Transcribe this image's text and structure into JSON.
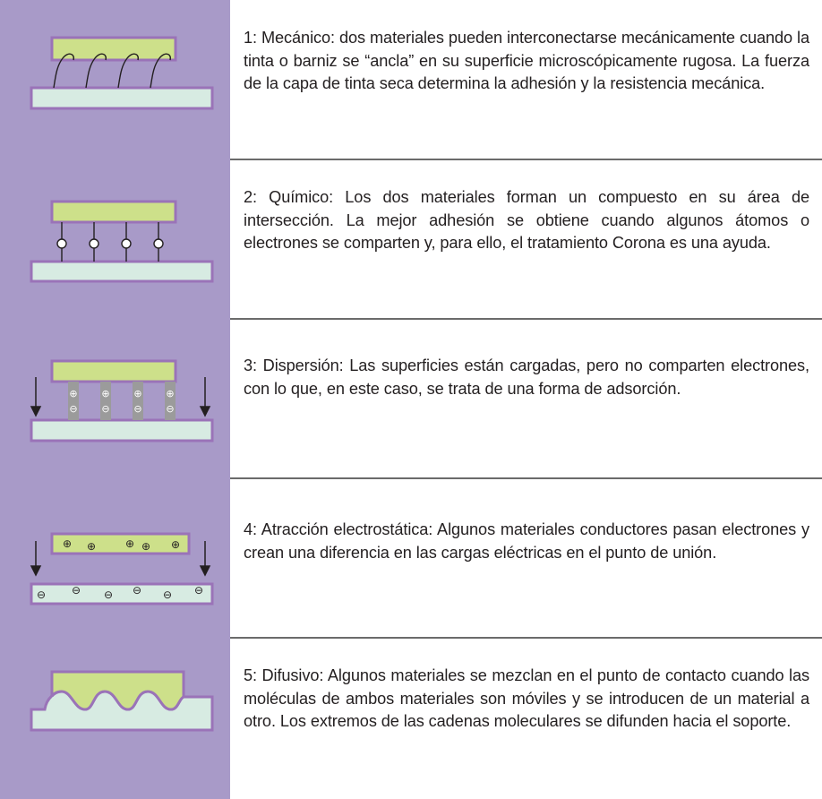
{
  "colors": {
    "sidebar": "#a89ac8",
    "top_plate": "#cde08a",
    "bottom_plate": "#d7ebe2",
    "plate_border": "#9a73b8",
    "bar_gray": "#9b9b9b",
    "text": "#231f20",
    "divider": "#6b6b6b"
  },
  "symbols": {
    "plus": "⊕",
    "minus": "⊖"
  },
  "mechanisms": [
    {
      "id": "mecanico",
      "text": "1: Mecánico: dos materiales pueden interconectarse mecánicamente cuando la tinta o barniz se “ancla” en su superficie microscópicamente rugosa. La fuerza de la capa de tinta seca determina la adhesión y la resistencia mecánica."
    },
    {
      "id": "quimico",
      "text": "2: Químico: Los dos materiales forman un compuesto en su área de intersección. La mejor adhesión se obtiene cuando algunos átomos o electrones se comparten y, para ello, el tratamiento Corona es una ayuda."
    },
    {
      "id": "dispersion",
      "text": "3: Dispersión: Las superficies están cargadas, pero no comparten electrones, con lo que, en este caso, se trata de una forma de adsorción."
    },
    {
      "id": "electrostatica",
      "text": "4: Atracción electrostática: Algunos materiales conductores pasan electrones y crean una diferencia en las cargas eléctricas en el punto de unión."
    },
    {
      "id": "difusivo",
      "text": "5: Difusivo: Algunos materiales se mezclan en el punto de contacto cuando las moléculas de ambos materiales son móviles y se introducen de un material a otro. Los extremos de las cadenas moleculares se difunden hacia el soporte."
    }
  ]
}
